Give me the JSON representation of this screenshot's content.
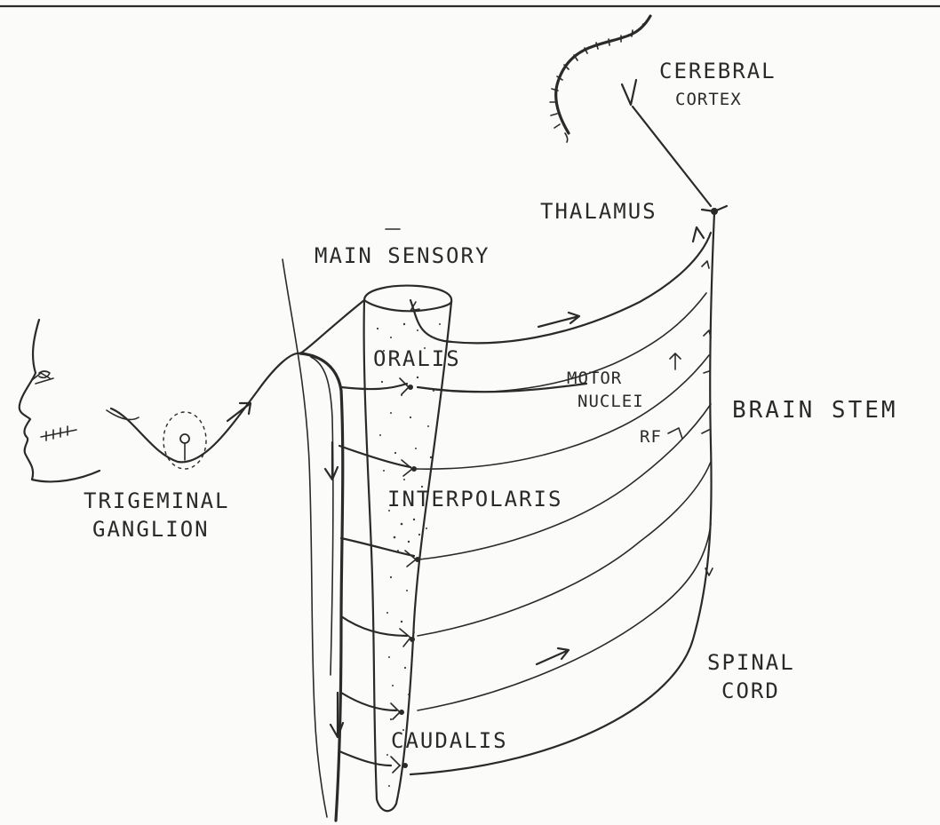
{
  "labels": {
    "cerebral": "CEREBRAL",
    "cortex": "CORTEX",
    "thalamus": "THALAMUS",
    "main_sensory": "MAIN SENSORY",
    "oralis": "ORALIS",
    "motor": "MOTOR",
    "nuclei": "NUCLEI",
    "brain_stem": "BRAIN STEM",
    "rf": "RF",
    "interpolaris": "INTERPOLARIS",
    "trigeminal": "TRIGEMINAL",
    "ganglion": "GANGLION",
    "spinal": "SPINAL",
    "cord": "CORD",
    "caudalis": "CAUDALIS"
  },
  "colors": {
    "ink": "#2a2a2a",
    "paper": "#fbfbf9"
  }
}
